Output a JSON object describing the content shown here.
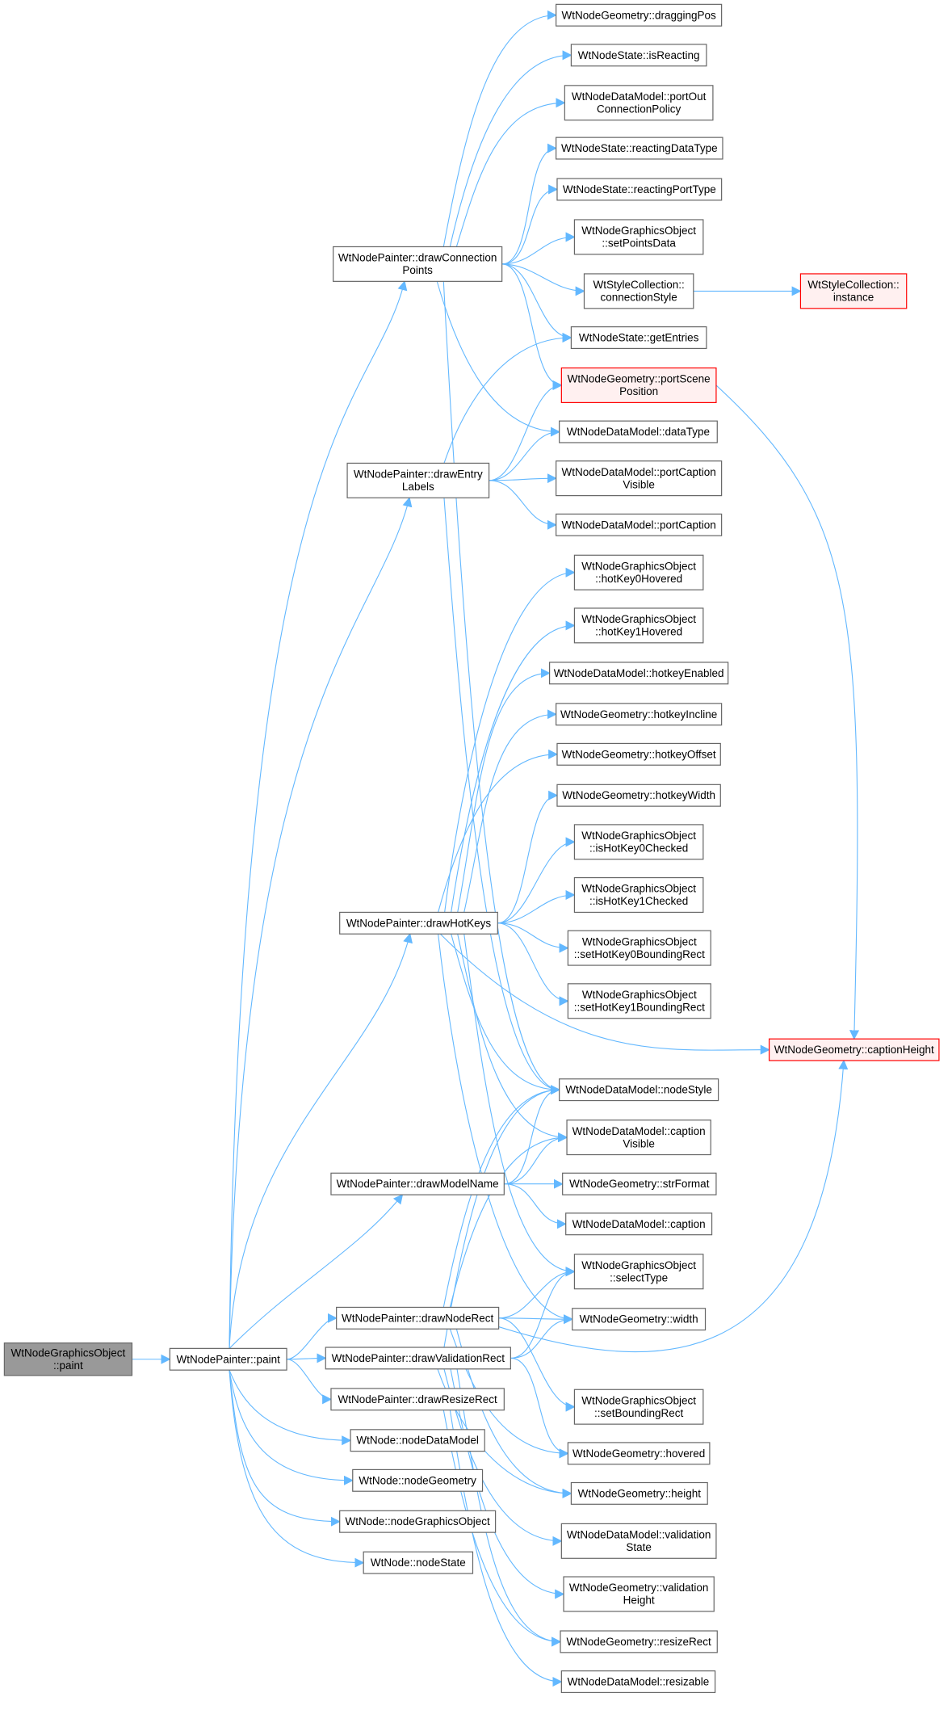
{
  "colors": {
    "edge": "#63b8ff",
    "node_border": "#666666",
    "node_fill": "#ffffff",
    "root_fill": "#999999",
    "root_border": "#666666",
    "missing_border": "#ff0000",
    "missing_fill": "#fff0f0"
  },
  "nodes": [
    {
      "id": "root",
      "lines": [
        "WtNodeGraphicsObject",
        "::paint"
      ],
      "style": "root"
    },
    {
      "id": "paint",
      "lines": [
        "WtNodePainter::paint"
      ],
      "style": "normal"
    },
    {
      "id": "dcp",
      "lines": [
        "WtNodePainter::drawConnection",
        "Points"
      ],
      "style": "normal"
    },
    {
      "id": "del",
      "lines": [
        "WtNodePainter::drawEntry",
        "Labels"
      ],
      "style": "normal"
    },
    {
      "id": "dhk",
      "lines": [
        "WtNodePainter::drawHotKeys"
      ],
      "style": "normal"
    },
    {
      "id": "dmn",
      "lines": [
        "WtNodePainter::drawModelName"
      ],
      "style": "normal"
    },
    {
      "id": "dnr",
      "lines": [
        "WtNodePainter::drawNodeRect"
      ],
      "style": "normal"
    },
    {
      "id": "dvr",
      "lines": [
        "WtNodePainter::drawValidationRect"
      ],
      "style": "normal"
    },
    {
      "id": "drr",
      "lines": [
        "WtNodePainter::drawResizeRect"
      ],
      "style": "normal"
    },
    {
      "id": "ndm",
      "lines": [
        "WtNode::nodeDataModel"
      ],
      "style": "normal"
    },
    {
      "id": "ng",
      "lines": [
        "WtNode::nodeGeometry"
      ],
      "style": "normal"
    },
    {
      "id": "ngo",
      "lines": [
        "WtNode::nodeGraphicsObject"
      ],
      "style": "normal"
    },
    {
      "id": "ns",
      "lines": [
        "WtNode::nodeState"
      ],
      "style": "normal"
    },
    {
      "id": "dragpos",
      "lines": [
        "WtNodeGeometry::draggingPos"
      ],
      "style": "normal"
    },
    {
      "id": "isreact",
      "lines": [
        "WtNodeState::isReacting"
      ],
      "style": "normal"
    },
    {
      "id": "pocp",
      "lines": [
        "WtNodeDataModel::portOut",
        "ConnectionPolicy"
      ],
      "style": "normal"
    },
    {
      "id": "rdt",
      "lines": [
        "WtNodeState::reactingDataType"
      ],
      "style": "normal"
    },
    {
      "id": "rpt",
      "lines": [
        "WtNodeState::reactingPortType"
      ],
      "style": "normal"
    },
    {
      "id": "spd",
      "lines": [
        "WtNodeGraphicsObject",
        "::setPointsData"
      ],
      "style": "normal"
    },
    {
      "id": "cstyle",
      "lines": [
        "WtStyleCollection::",
        "connectionStyle"
      ],
      "style": "normal"
    },
    {
      "id": "inst",
      "lines": [
        "WtStyleCollection::",
        "instance"
      ],
      "style": "missing"
    },
    {
      "id": "gent",
      "lines": [
        "WtNodeState::getEntries"
      ],
      "style": "normal"
    },
    {
      "id": "psp",
      "lines": [
        "WtNodeGeometry::portScene",
        "Position"
      ],
      "style": "missing"
    },
    {
      "id": "dtype",
      "lines": [
        "WtNodeDataModel::dataType"
      ],
      "style": "normal"
    },
    {
      "id": "pcv",
      "lines": [
        "WtNodeDataModel::portCaption",
        "Visible"
      ],
      "style": "normal"
    },
    {
      "id": "pcap",
      "lines": [
        "WtNodeDataModel::portCaption"
      ],
      "style": "normal"
    },
    {
      "id": "hk0h",
      "lines": [
        "WtNodeGraphicsObject",
        "::hotKey0Hovered"
      ],
      "style": "normal"
    },
    {
      "id": "hk1h",
      "lines": [
        "WtNodeGraphicsObject",
        "::hotKey1Hovered"
      ],
      "style": "normal"
    },
    {
      "id": "hke",
      "lines": [
        "WtNodeDataModel::hotkeyEnabled"
      ],
      "style": "normal"
    },
    {
      "id": "hki",
      "lines": [
        "WtNodeGeometry::hotkeyIncline"
      ],
      "style": "normal"
    },
    {
      "id": "hko",
      "lines": [
        "WtNodeGeometry::hotkeyOffset"
      ],
      "style": "normal"
    },
    {
      "id": "hkw",
      "lines": [
        "WtNodeGeometry::hotkeyWidth"
      ],
      "style": "normal"
    },
    {
      "id": "ihk0",
      "lines": [
        "WtNodeGraphicsObject",
        "::isHotKey0Checked"
      ],
      "style": "normal"
    },
    {
      "id": "ihk1",
      "lines": [
        "WtNodeGraphicsObject",
        "::isHotKey1Checked"
      ],
      "style": "normal"
    },
    {
      "id": "shk0",
      "lines": [
        "WtNodeGraphicsObject",
        "::setHotKey0BoundingRect"
      ],
      "style": "normal"
    },
    {
      "id": "shk1",
      "lines": [
        "WtNodeGraphicsObject",
        "::setHotKey1BoundingRect"
      ],
      "style": "normal"
    },
    {
      "id": "caph",
      "lines": [
        "WtNodeGeometry::captionHeight"
      ],
      "style": "missing"
    },
    {
      "id": "nstyle",
      "lines": [
        "WtNodeDataModel::nodeStyle"
      ],
      "style": "normal"
    },
    {
      "id": "capv",
      "lines": [
        "WtNodeDataModel::caption",
        "Visible"
      ],
      "style": "normal"
    },
    {
      "id": "strf",
      "lines": [
        "WtNodeGeometry::strFormat"
      ],
      "style": "normal"
    },
    {
      "id": "cap",
      "lines": [
        "WtNodeDataModel::caption"
      ],
      "style": "normal"
    },
    {
      "id": "stype",
      "lines": [
        "WtNodeGraphicsObject",
        "::selectType"
      ],
      "style": "normal"
    },
    {
      "id": "width",
      "lines": [
        "WtNodeGeometry::width"
      ],
      "style": "normal"
    },
    {
      "id": "sbr",
      "lines": [
        "WtNodeGraphicsObject",
        "::setBoundingRect"
      ],
      "style": "normal"
    },
    {
      "id": "hov",
      "lines": [
        "WtNodeGeometry::hovered"
      ],
      "style": "normal"
    },
    {
      "id": "height",
      "lines": [
        "WtNodeGeometry::height"
      ],
      "style": "normal"
    },
    {
      "id": "vstate",
      "lines": [
        "WtNodeDataModel::validation",
        "State"
      ],
      "style": "normal"
    },
    {
      "id": "vheight",
      "lines": [
        "WtNodeGeometry::validation",
        "Height"
      ],
      "style": "normal"
    },
    {
      "id": "rrect",
      "lines": [
        "WtNodeGeometry::resizeRect"
      ],
      "style": "normal"
    },
    {
      "id": "resz",
      "lines": [
        "WtNodeDataModel::resizable"
      ],
      "style": "normal"
    }
  ],
  "edges": [
    [
      "root",
      "paint"
    ],
    [
      "paint",
      "dcp"
    ],
    [
      "paint",
      "del"
    ],
    [
      "paint",
      "dhk"
    ],
    [
      "paint",
      "dmn"
    ],
    [
      "paint",
      "dnr"
    ],
    [
      "paint",
      "dvr"
    ],
    [
      "paint",
      "drr"
    ],
    [
      "paint",
      "ndm"
    ],
    [
      "paint",
      "ng"
    ],
    [
      "paint",
      "ngo"
    ],
    [
      "paint",
      "ns"
    ],
    [
      "dcp",
      "dragpos"
    ],
    [
      "dcp",
      "isreact"
    ],
    [
      "dcp",
      "pocp"
    ],
    [
      "dcp",
      "rdt"
    ],
    [
      "dcp",
      "rpt"
    ],
    [
      "dcp",
      "spd"
    ],
    [
      "dcp",
      "cstyle"
    ],
    [
      "dcp",
      "gent"
    ],
    [
      "dcp",
      "psp"
    ],
    [
      "dcp",
      "dtype"
    ],
    [
      "dcp",
      "nstyle"
    ],
    [
      "cstyle",
      "inst"
    ],
    [
      "psp",
      "caph"
    ],
    [
      "del",
      "gent"
    ],
    [
      "del",
      "psp"
    ],
    [
      "del",
      "dtype"
    ],
    [
      "del",
      "pcv"
    ],
    [
      "del",
      "pcap"
    ],
    [
      "del",
      "nstyle"
    ],
    [
      "dhk",
      "hk0h"
    ],
    [
      "dhk",
      "hk1h"
    ],
    [
      "dhk",
      "hke"
    ],
    [
      "dhk",
      "hki"
    ],
    [
      "dhk",
      "hko"
    ],
    [
      "dhk",
      "hkw"
    ],
    [
      "dhk",
      "ihk0"
    ],
    [
      "dhk",
      "ihk1"
    ],
    [
      "dhk",
      "shk0"
    ],
    [
      "dhk",
      "shk1"
    ],
    [
      "dhk",
      "caph"
    ],
    [
      "dhk",
      "nstyle"
    ],
    [
      "dhk",
      "capv"
    ],
    [
      "dhk",
      "stype"
    ],
    [
      "dhk",
      "width"
    ],
    [
      "dmn",
      "nstyle"
    ],
    [
      "dmn",
      "capv"
    ],
    [
      "dmn",
      "strf"
    ],
    [
      "dmn",
      "cap"
    ],
    [
      "dnr",
      "nstyle"
    ],
    [
      "dnr",
      "capv"
    ],
    [
      "dnr",
      "stype"
    ],
    [
      "dnr",
      "width"
    ],
    [
      "dnr",
      "caph"
    ],
    [
      "dnr",
      "sbr"
    ],
    [
      "dnr",
      "hov"
    ],
    [
      "dnr",
      "height"
    ],
    [
      "dvr",
      "nstyle"
    ],
    [
      "dvr",
      "stype"
    ],
    [
      "dvr",
      "width"
    ],
    [
      "dvr",
      "hov"
    ],
    [
      "dvr",
      "height"
    ],
    [
      "dvr",
      "vstate"
    ],
    [
      "dvr",
      "vheight"
    ],
    [
      "dvr",
      "rrect"
    ],
    [
      "drr",
      "rrect"
    ],
    [
      "drr",
      "resz"
    ]
  ]
}
